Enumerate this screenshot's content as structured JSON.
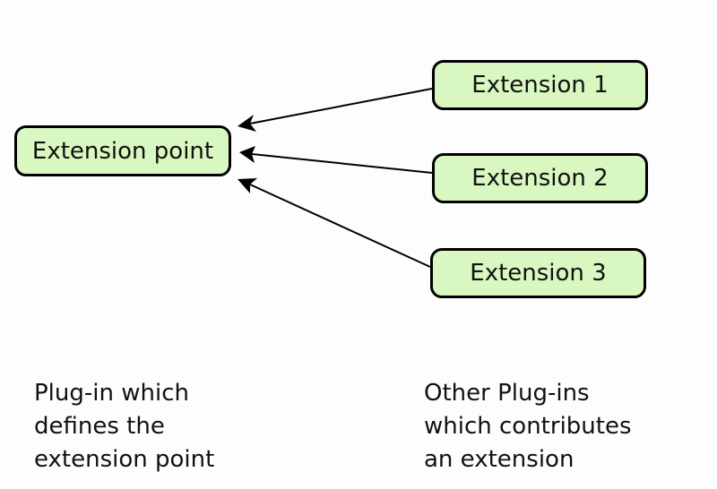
{
  "diagram": {
    "extension_point": {
      "label": "Extension point"
    },
    "extensions": [
      {
        "label": "Extension 1"
      },
      {
        "label": "Extension 2"
      },
      {
        "label": "Extension 3"
      }
    ],
    "captions": {
      "left": [
        "Plug-in which",
        "defines the",
        "extension point"
      ],
      "right": [
        "Other Plug-ins",
        "which contributes",
        "an extension"
      ]
    },
    "colors": {
      "node_fill": "#d9f7c0",
      "node_border": "#000000",
      "arrow": "#000000",
      "text": "#111111",
      "background": "#fdfdfd"
    }
  }
}
